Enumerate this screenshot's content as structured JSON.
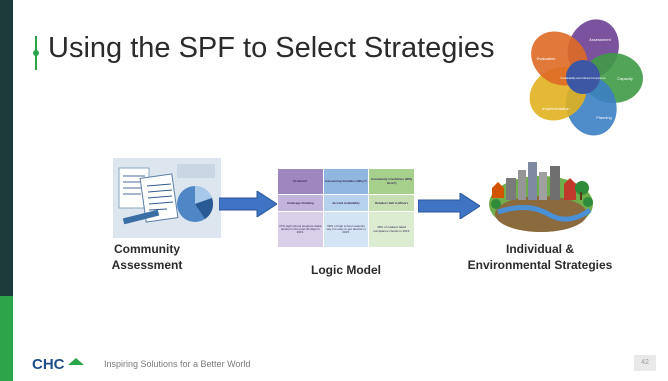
{
  "title": "Using the SPF to Select Strategies",
  "spf_cycle": {
    "segments": [
      "Assessment",
      "Capacity",
      "Planning",
      "Implementation",
      "Evaluation"
    ],
    "center": "Sustainability and Cultural Competence"
  },
  "flow": {
    "assessment_label_1": "Community",
    "assessment_label_2": "Assessment",
    "logic_label": "Logic Model",
    "strategies_label_1": "Individual &",
    "strategies_label_2": "Environmental Strategies"
  },
  "logic_model": {
    "headers": [
      "Problem?",
      "Intervening Variables (Why?)",
      "Community Conditions (Why Here?)"
    ],
    "row_titles": [
      "Underage Drinking",
      "Alcohol Availability",
      "Retailers Sell to Minors"
    ],
    "row_details": [
      "27% high school students drank alcohol in the past 30 days in 2015.",
      "59% of high school students say it is easy to get alcohol in 2015.",
      "38% of retailers failed compliance checks in 2015."
    ]
  },
  "footer": {
    "logo_text": "CHC",
    "tagline": "Inspiring Solutions for a Better World",
    "page_number": "42"
  },
  "colors": {
    "dark_bar": "#1d3b3a",
    "green_accent": "#2ca54a",
    "arrow": "#3f73c4"
  }
}
